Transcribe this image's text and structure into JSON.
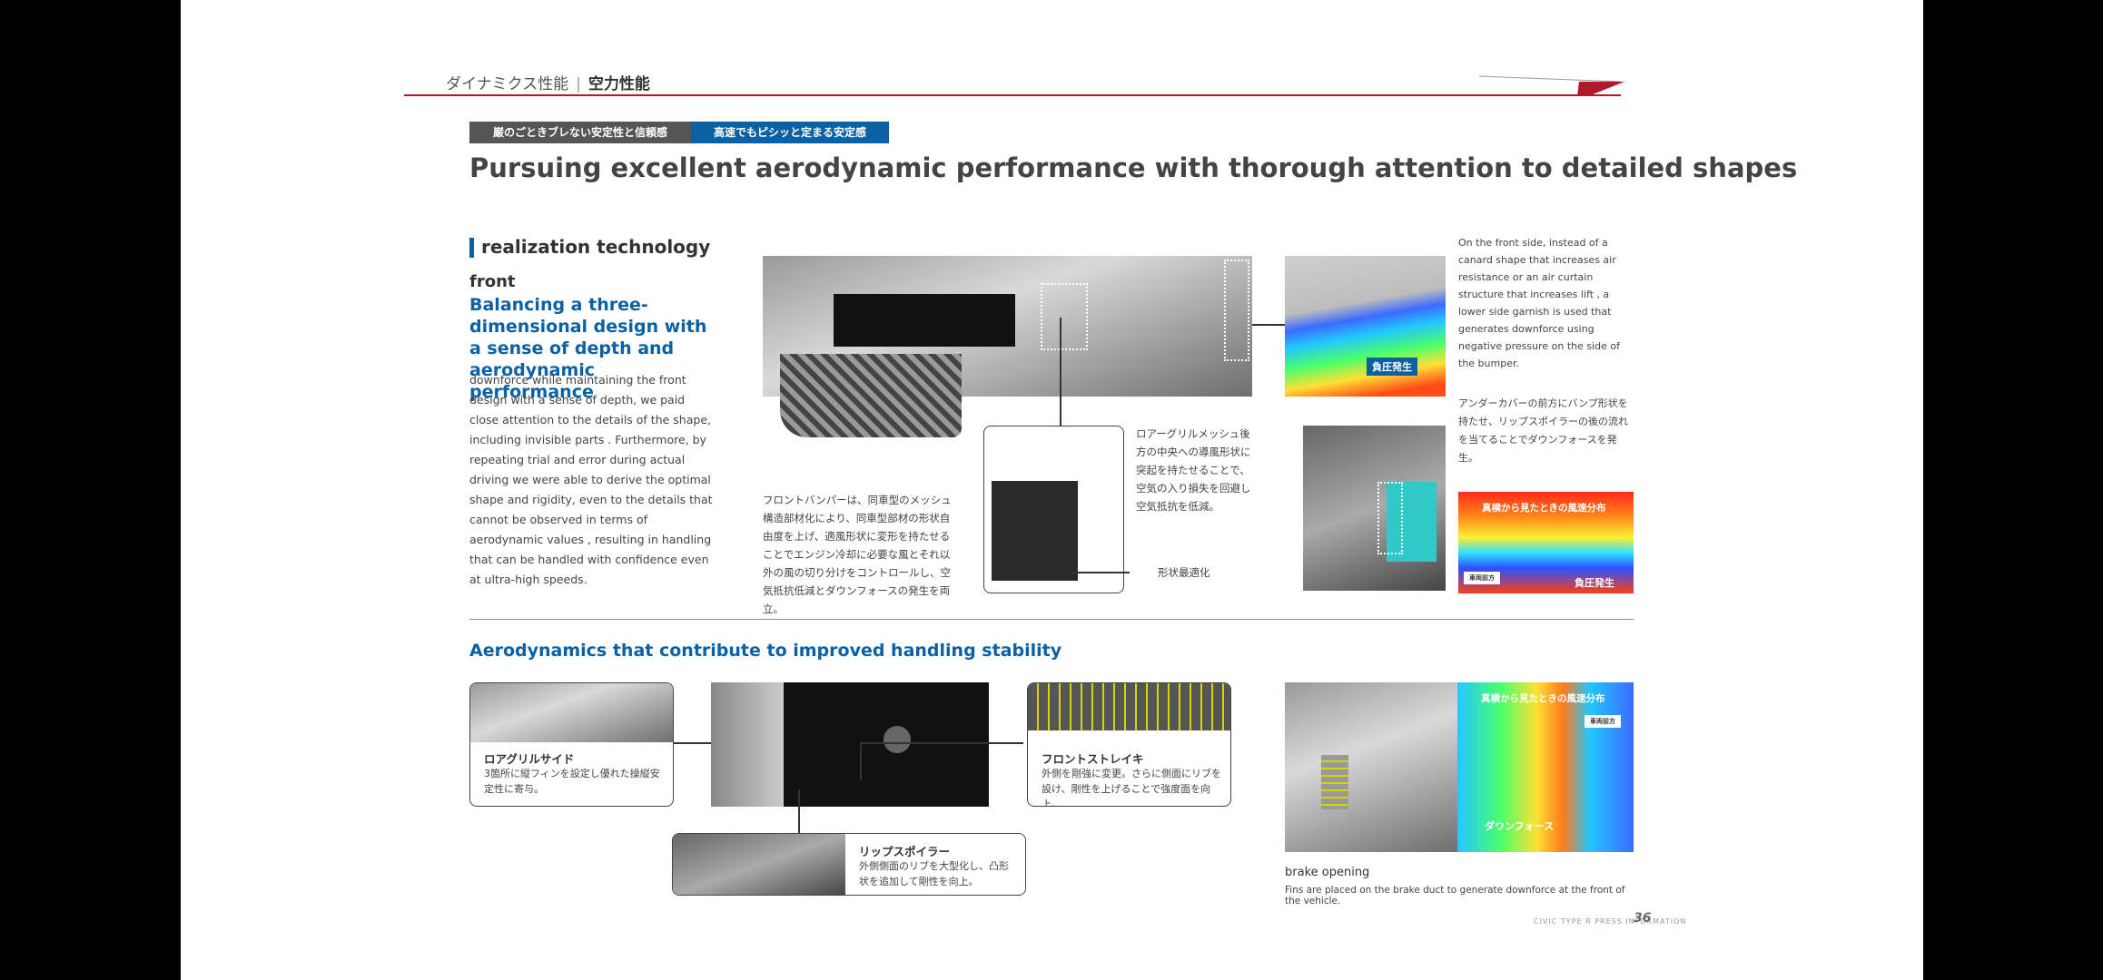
{
  "header": {
    "section": "ダイナミクス性能",
    "divider": "|",
    "subsection": "空力性能"
  },
  "tags": [
    "巌のごときブレない安定性と信頼感",
    "高速でもピシッと定まる安定感"
  ],
  "title": "Pursuing excellent aerodynamic performance with thorough attention to detailed shapes",
  "realization": {
    "label": "realization technology",
    "front_label": "front",
    "heading": "Balancing a three-dimensional design with a sense of depth and aerodynamic performance",
    "body": "downforce while maintaining the front design with a sense of depth, we paid close attention to the details of the shape, including invisible parts . Furthermore, by repeating trial and error during actual driving we were able to derive the optimal shape and rigidity, even to the details that cannot be observed in terms of aerodynamic values , resulting in handling that can be handled with confidence even at ultra-high speeds."
  },
  "front_bumper_jp": "フロントバンパーは、同車型のメッシュ構造部材化により、同車型部材の形状自由度を上げ、適風形状に変形を持たせることでエンジン冷却に必要な風とそれ以外の風の切り分けをコントロールし、空気抵抗低減とダウンフォースの発生を両立。",
  "lower_grille_jp": "ロアーグリルメッシュ後方の中央への導風形状に突起を持たせることで、空気の入り損失を回避し空気抵抗を低減。",
  "shape_opt_label": "形状最適化",
  "right_top_en": "On the front side, instead of a canard shape that increases air resistance or an air curtain structure that increases lift , a lower side garnish is used that generates downforce using negative pressure on the side of the bumper.",
  "negative_pressure": "負圧発生",
  "undercover_jp": "アンダーカバーの前方にバンプ形状を持たせ、リップスポイラーの後の流れを当てることでダウンフォースを発生。",
  "flow_dist_label": "真横から見たときの風速分布",
  "flow_small_label": "車両前方",
  "section2": {
    "title": "Aerodynamics that contribute to improved handling stability",
    "lower_grille_side": {
      "title": "ロアグリルサイド",
      "body": "3箇所に縦フィンを設定し優れた操縦安定性に寄与。"
    },
    "front_strake": {
      "title": "フロントストレイキ",
      "body": "外側を剛強に変更。さらに側面にリブを設け、剛性を上げることで強度面を向上。"
    },
    "lip_spoiler": {
      "title": "リップスポイラー",
      "body": "外側側面のリブを大型化し、凸形状を追加して剛性を向上。"
    },
    "downforce_label": "ダウンフォース",
    "brake_opening": {
      "title": "brake opening",
      "body": "Fins are placed on the brake duct to generate downforce at the front of the vehicle."
    }
  },
  "footer": {
    "publisher": "CIVIC TYPE R PRESS INFORMATION",
    "page": "36"
  },
  "colors": {
    "accent_blue": "#0b61a4",
    "accent_red": "#b2182b",
    "tag_gray": "#555555"
  }
}
